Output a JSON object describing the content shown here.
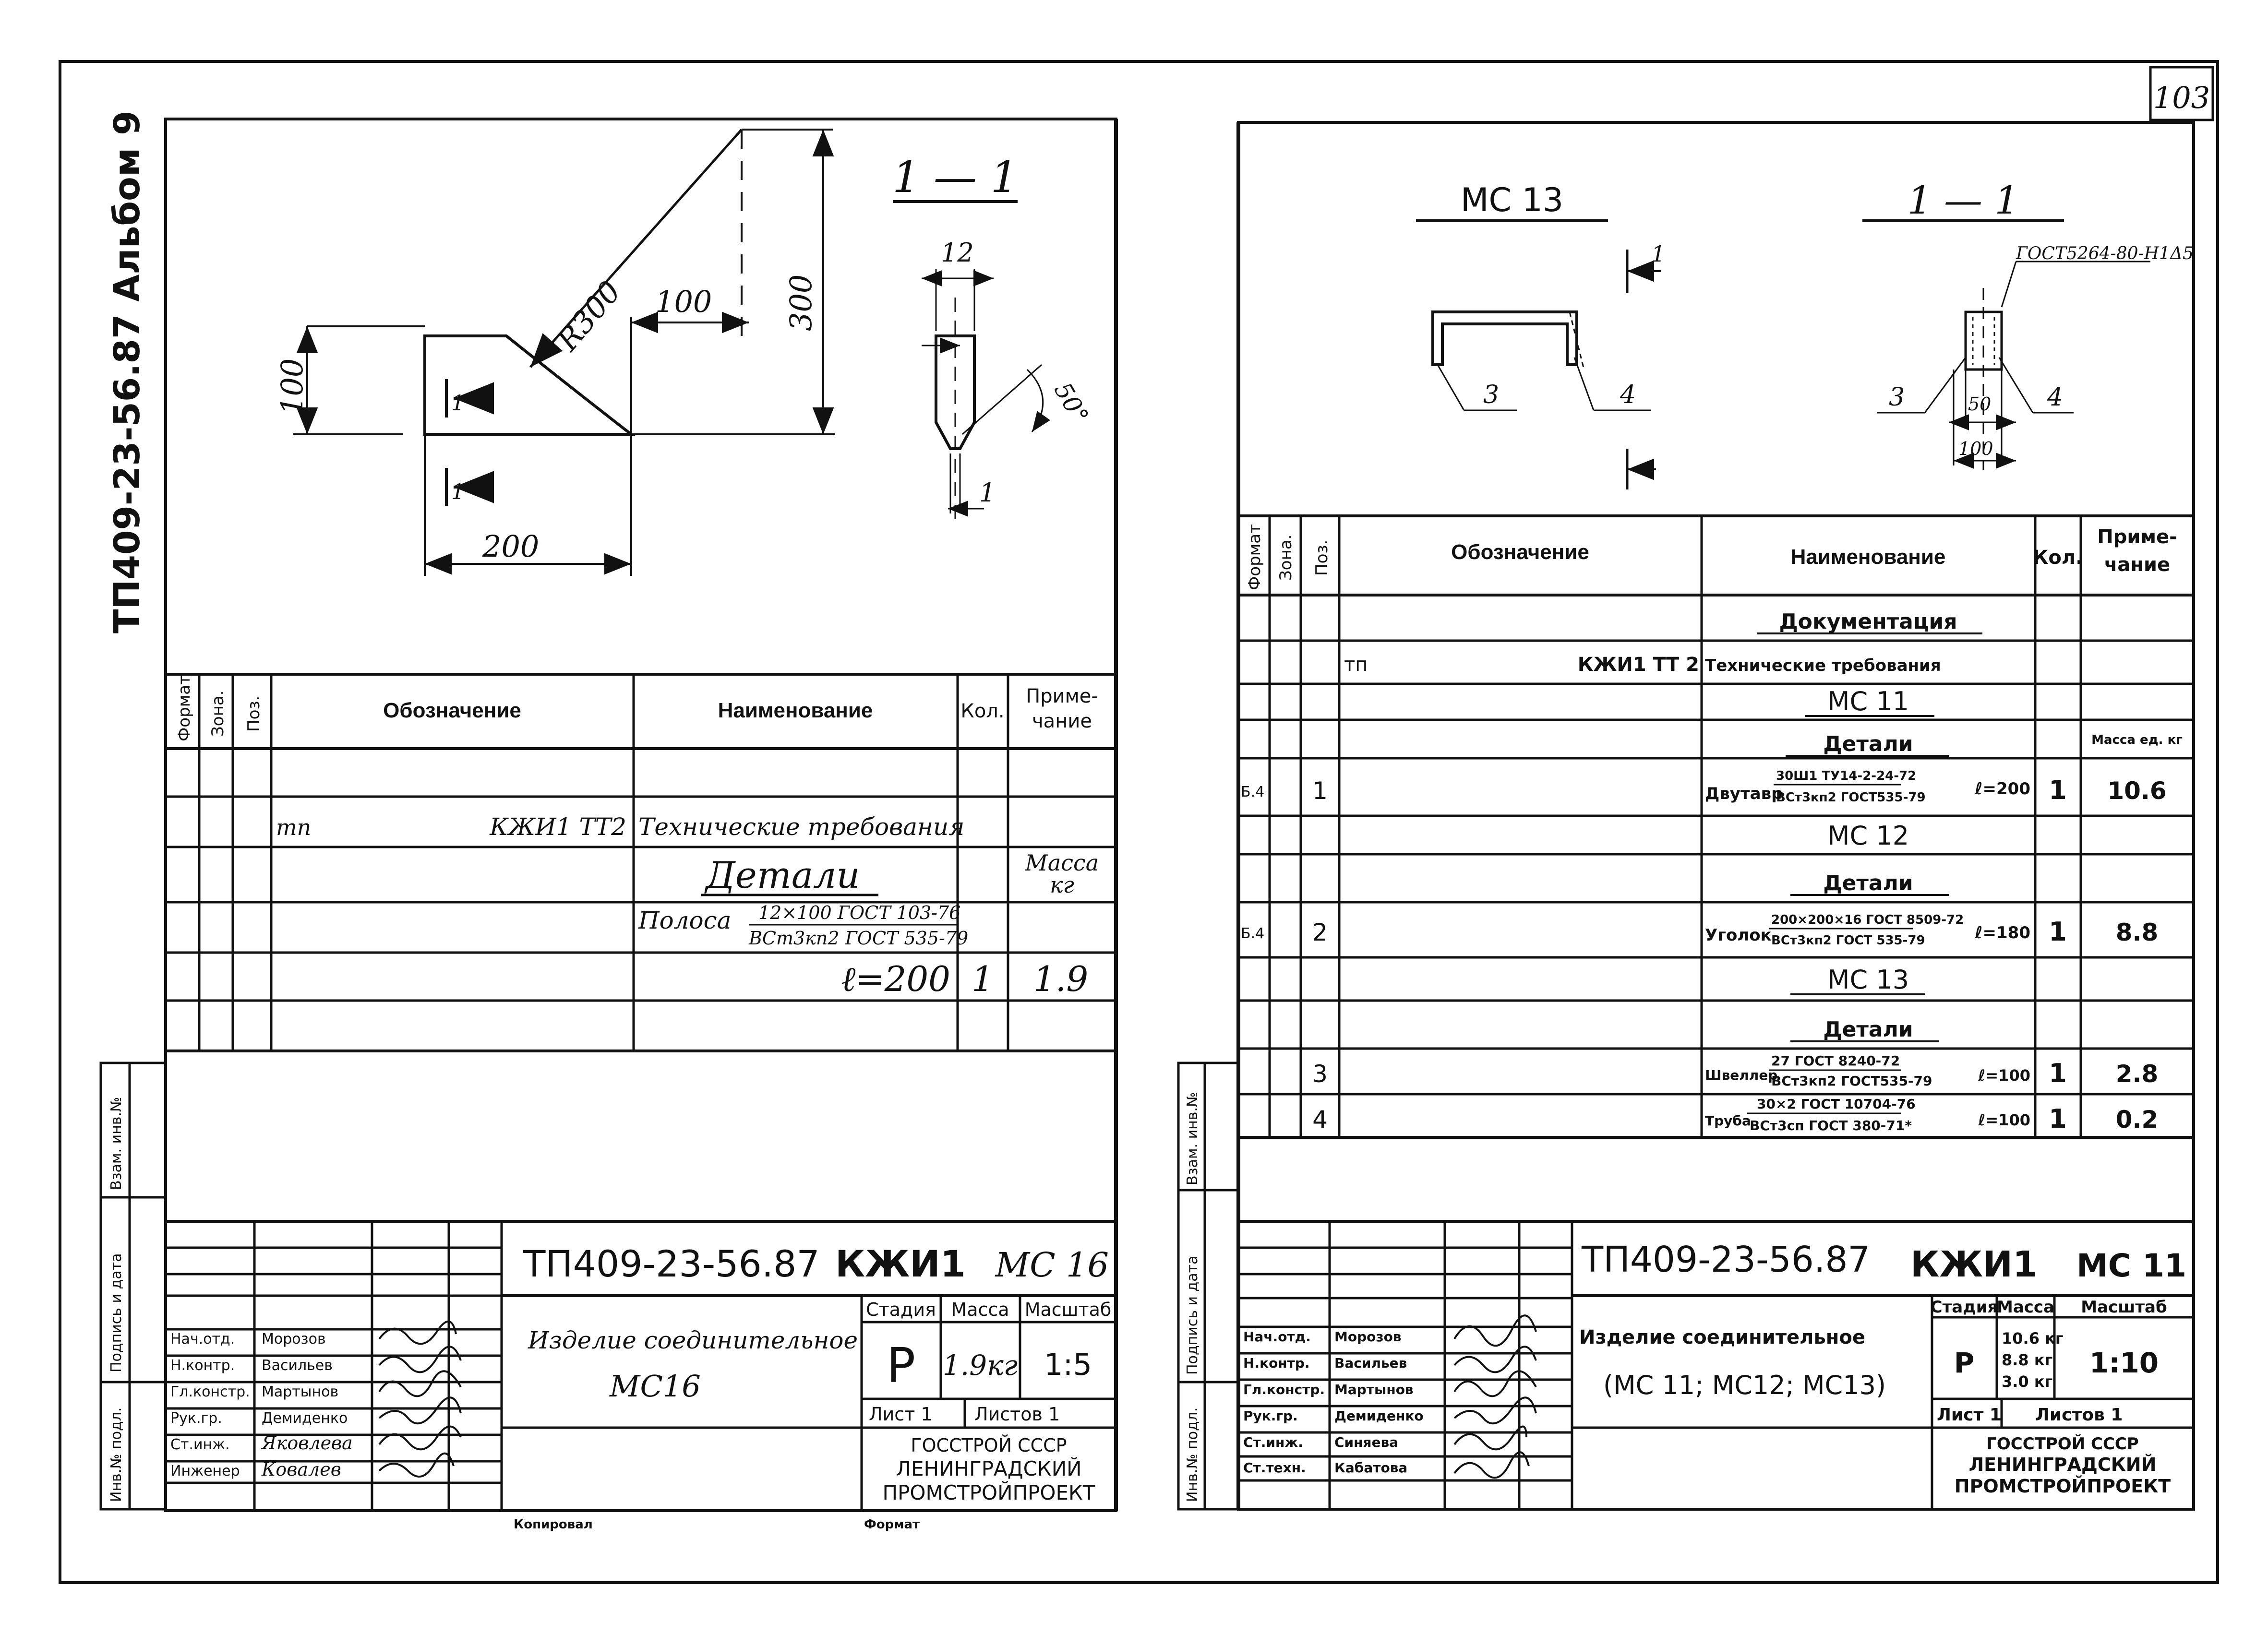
{
  "sheet_number": "103",
  "left_margin_label": "ТП409-23-56.87 Альбом 9",
  "left": {
    "section_label": "1 — 1",
    "dims": {
      "r300": "R300",
      "d100_top": "100",
      "d300": "300",
      "d100_left": "100",
      "d200": "200",
      "d12": "12",
      "d1": "1",
      "angle50": "50°"
    },
    "cut_marks": [
      "1",
      "1"
    ],
    "spec_headers": {
      "format": "Формат",
      "zone": "Зона.",
      "pos": "Поз.",
      "designation": "Обозначение",
      "name": "Наименование",
      "qty": "Кол.",
      "note": "Приме-чание"
    },
    "rows": {
      "r1_pos": "тп",
      "r1_desig": "КЖИ1 ТТ2",
      "r1_name": "Технические требования",
      "r2_name": "Детали",
      "r2_note": "Масса кг",
      "r3_name_a": "Полоса",
      "r3_frac_top": "12×100 ГОСТ 103-76",
      "r3_frac_bot": "ВСт3кп2 ГОСТ 535-79",
      "r4_len": "ℓ=200",
      "r4_qty": "1",
      "r4_mass": "1.9"
    },
    "side_labels": [
      "Взам. инв.№",
      "Подпись и дата",
      "Инв.№ подл."
    ],
    "title": {
      "code": "ТП409-23-56.87",
      "doc": "КЖИ1",
      "mark": "МС 16",
      "name": "Изделие соединительное",
      "name2": "МС16",
      "stage_h": "Стадия",
      "mass_h": "Масса",
      "scale_h": "Масштаб",
      "stage": "Р",
      "mass": "1.9кг",
      "scale": "1:5",
      "sheet": "Лист 1",
      "sheets": "Листов 1",
      "org1": "ГОССТРОЙ СССР",
      "org2": "ЛЕНИНГРАДСКИЙ",
      "org3": "ПРОМСТРОЙПРОЕКТ",
      "roles": [
        "Нач.отд.",
        "Н.контр.",
        "Гл.констр.",
        "Рук.гр.",
        "Ст.инж.",
        "Инженер"
      ],
      "people": [
        "Морозов",
        "Васильев",
        "Мартынов",
        "Демиденко",
        "Яковлева",
        "Ковалев"
      ]
    },
    "footer_copied": "Копировал",
    "footer_format": "Формат"
  },
  "right": {
    "view_label": "МС 13",
    "section_label": "1 — 1",
    "gost_label": "ГОСТ5264-80-Н1Δ5",
    "callouts": {
      "c3a": "3",
      "c4a": "4",
      "c3b": "3",
      "c4b": "4",
      "d50": "50",
      "d100": "100",
      "cut": "1"
    },
    "spec_headers": {
      "format": "Формат",
      "zone": "Зона.",
      "pos": "Поз.",
      "designation": "Обозначение",
      "name": "Наименование",
      "qty": "Кол.",
      "note": "Приме-чание"
    },
    "rows": {
      "doc": "Документация",
      "tp": "тп",
      "tp_desig": "КЖИ1 ТТ 2",
      "tp_name": "Технические требования",
      "mc11": "МС 11",
      "det1": "Детали",
      "mass_ed": "Масса ед. кг",
      "fmt_b4": "Б.4",
      "p1": "1",
      "p1_name": "Двутавр",
      "p1_top": "30Ш1 ТУ14-2-24-72",
      "p1_bot": "ВСт3кп2 ГОСТ535-79",
      "p1_len": "ℓ=200",
      "p1_qty": "1",
      "p1_mass": "10.6",
      "mc12": "МС 12",
      "det2": "Детали",
      "p2": "2",
      "p2_name": "Уголок",
      "p2_top": "200×200×16 ГОСТ 8509-72",
      "p2_bot": "ВСт3кп2 ГОСТ 535-79",
      "p2_len": "ℓ=180",
      "p2_qty": "1",
      "p2_mass": "8.8",
      "mc13": "МС 13",
      "det3": "Детали",
      "p3": "3",
      "p3_name": "Швеллер",
      "p3_top": "27 ГОСТ 8240-72",
      "p3_bot": "ВСт3кп2 ГОСТ535-79",
      "p3_len": "ℓ=100",
      "p3_qty": "1",
      "p3_mass": "2.8",
      "p4": "4",
      "p4_name": "Труба",
      "p4_top": "30×2 ГОСТ 10704-76",
      "p4_bot": "ВСт3сп ГОСТ 380-71*",
      "p4_len": "ℓ=100",
      "p4_qty": "1",
      "p4_mass": "0.2"
    },
    "side_labels": [
      "Взам. инв.№",
      "Подпись и дата",
      "Инв.№ подл."
    ],
    "title": {
      "code": "ТП409-23-56.87",
      "doc": "КЖИ1",
      "mark": "МС 11",
      "name": "Изделие соединительное",
      "name2": "(МС 11; МС12; МС13)",
      "stage_h": "Стадия",
      "mass_h": "Масса",
      "scale_h": "Масштаб",
      "stage": "Р",
      "mass1": "10.6 кг",
      "mass2": "8.8 кг",
      "mass3": "3.0 кг",
      "scale": "1:10",
      "sheet": "Лист 1",
      "sheets": "Листов 1",
      "org1": "ГОССТРОЙ СССР",
      "org2": "ЛЕНИНГРАДСКИЙ",
      "org3": "ПРОМСТРОЙПРОЕКТ",
      "roles": [
        "Нач.отд.",
        "Н.контр.",
        "Гл.констр.",
        "Рук.гр.",
        "Ст.инж.",
        "Ст.техн."
      ],
      "people": [
        "Морозов",
        "Васильев",
        "Мартынов",
        "Демиденко",
        "Синяева",
        "Кабатова"
      ]
    }
  }
}
